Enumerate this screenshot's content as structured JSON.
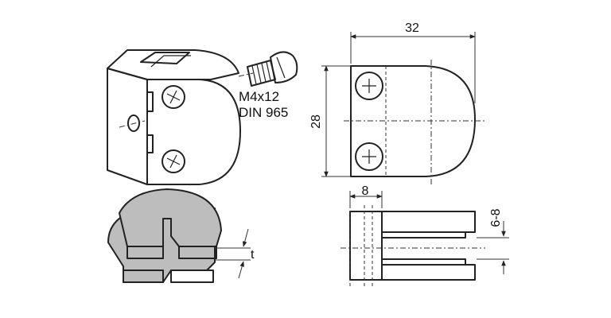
{
  "screw": {
    "size": "M4x12",
    "standard": "DIN 965"
  },
  "dimensions": {
    "width": "32",
    "height": "28",
    "depth": "8",
    "gap": "6-8",
    "thickness": "t"
  }
}
